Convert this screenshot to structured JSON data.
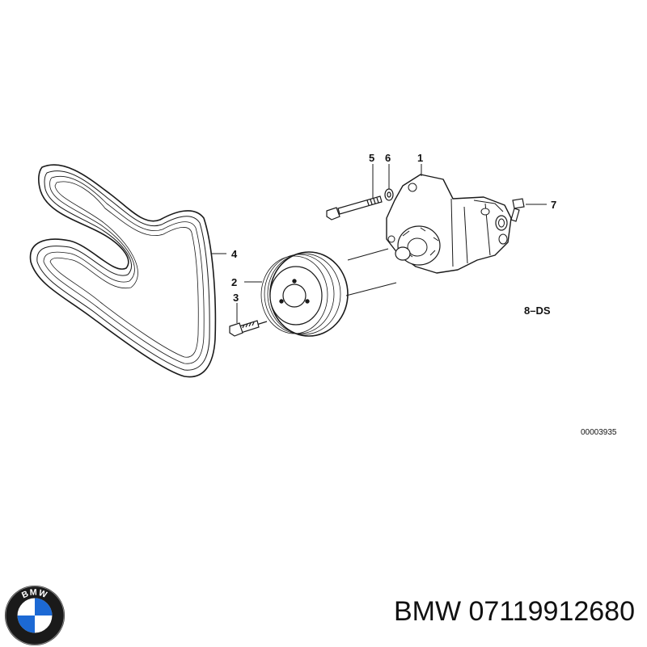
{
  "diagram": {
    "callouts": [
      {
        "id": "c1",
        "label": "1"
      },
      {
        "id": "c2",
        "label": "2"
      },
      {
        "id": "c3",
        "label": "3"
      },
      {
        "id": "c4",
        "label": "4"
      },
      {
        "id": "c5",
        "label": "5"
      },
      {
        "id": "c6",
        "label": "6"
      },
      {
        "id": "c7",
        "label": "7"
      },
      {
        "id": "c8",
        "label": "8–DS"
      }
    ],
    "drawing_number": "00003935"
  },
  "brand": {
    "logo_text": "BMW",
    "colors": {
      "blue": "#1c69d4",
      "ring": "#1a1a1a",
      "white": "#ffffff"
    }
  },
  "product": {
    "label": "BMW 07119912680"
  }
}
